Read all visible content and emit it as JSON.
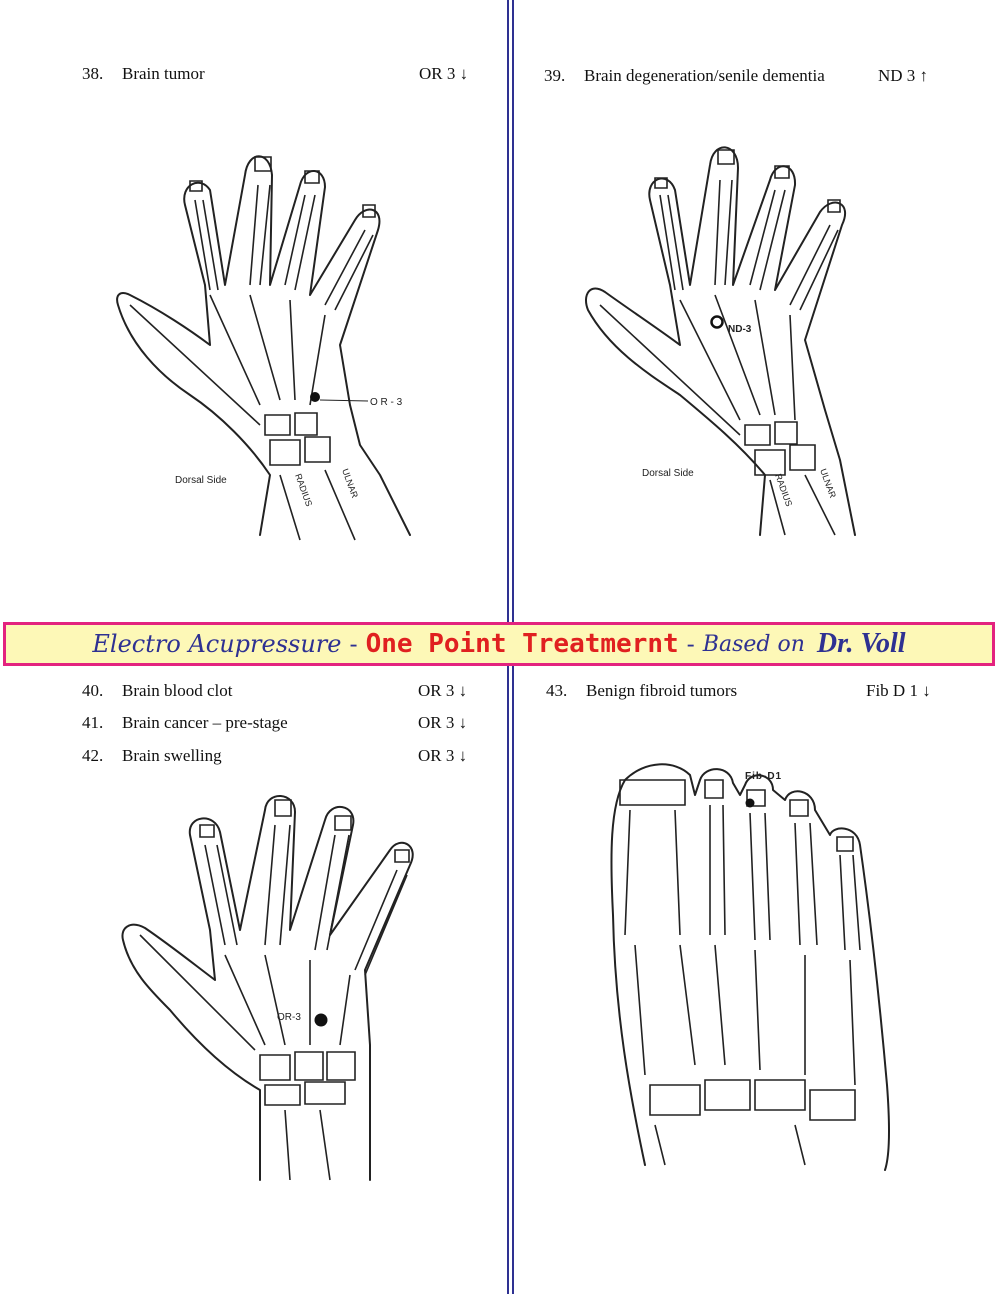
{
  "entries": {
    "e38": {
      "num": "38.",
      "text": "Brain tumor",
      "code": "OR 3 ↓"
    },
    "e39": {
      "num": "39.",
      "text": "Brain degeneration/senile dementia",
      "code": "ND 3 ↑"
    },
    "e40": {
      "num": "40.",
      "text": "Brain blood clot",
      "code": "OR 3 ↓"
    },
    "e41": {
      "num": "41.",
      "text": "Brain cancer – pre-stage",
      "code": "OR 3 ↓"
    },
    "e42": {
      "num": "42.",
      "text": "Brain swelling",
      "code": "OR 3 ↓"
    },
    "e43": {
      "num": "43.",
      "text": "Benign fibroid tumors",
      "code": "Fib D 1 ↓"
    }
  },
  "banner": {
    "part1": "Electro Acupressure",
    "sep1": "-",
    "part2": "One Point Treatmernt",
    "sep2": "-",
    "part3": "Based on",
    "part4": "Dr. Voll"
  },
  "figures": {
    "fig1": {
      "point_label": "O R - 3",
      "side_label": "Dorsal Side",
      "bone1": "RADIUS",
      "bone2": "ULNAR"
    },
    "fig2": {
      "point_label": "ND-3",
      "side_label": "Dorsal Side",
      "bone1": "RADIUS",
      "bone2": "ULNAR"
    },
    "fig3": {
      "point_label": "OR-3"
    },
    "fig4": {
      "point_label": "Fib-D1"
    }
  },
  "colors": {
    "divider": "#2e3192",
    "banner_border": "#e3237f",
    "banner_bg": "#fdf8b7",
    "banner_title": "#e02020",
    "banner_text": "#2e3192"
  }
}
